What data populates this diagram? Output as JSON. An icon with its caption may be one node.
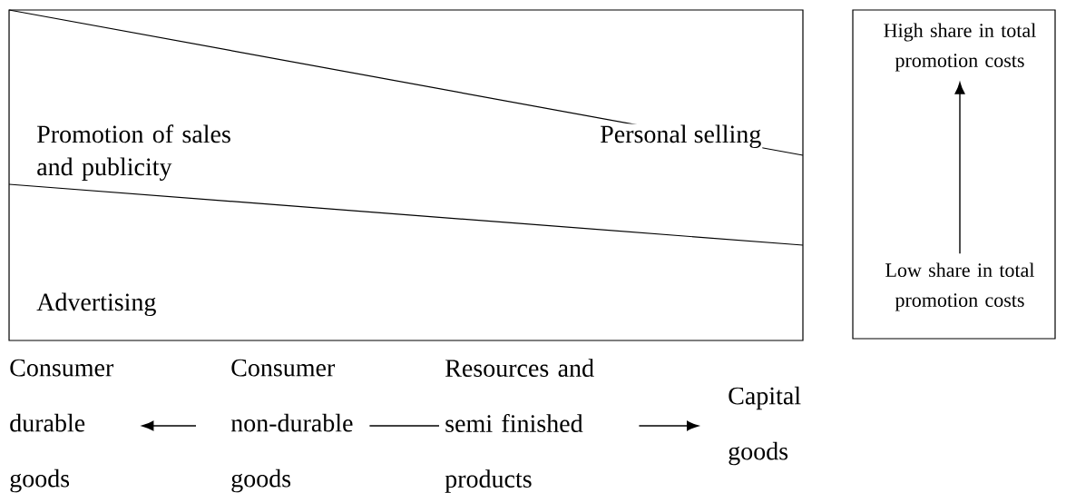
{
  "diagram": {
    "nodes": [
      {
        "text": [
          "Promotion of sales and publicity",
          "Personal selling",
          "Advertising"
        ]
      },
      {
        "text": [],
        "shape": "box"
      },
      {
        "text": [
          "High share in total promotion costs"
        ],
        "in": 1
      },
      {
        "text": [
          "Low share in total promotion costs"
        ],
        "in": 1
      },
      {
        "text": [
          "Consumer durable goods"
        ]
      },
      {
        "text": [
          "Consumer non-durable goods"
        ]
      },
      {
        "text": [
          "Resources and semi finished products"
        ]
      },
      {
        "text": [
          "Capital goods"
        ]
      }
    ],
    "edges": [
      {
        "from": 3,
        "to": 2,
        "arrow": "to"
      },
      {
        "from": 5,
        "to": 4,
        "arrow": "to"
      },
      {
        "from": 5,
        "to": 6,
        "arrow": "none"
      },
      {
        "from": 6,
        "to": 7,
        "arrow": "to"
      }
    ]
  }
}
